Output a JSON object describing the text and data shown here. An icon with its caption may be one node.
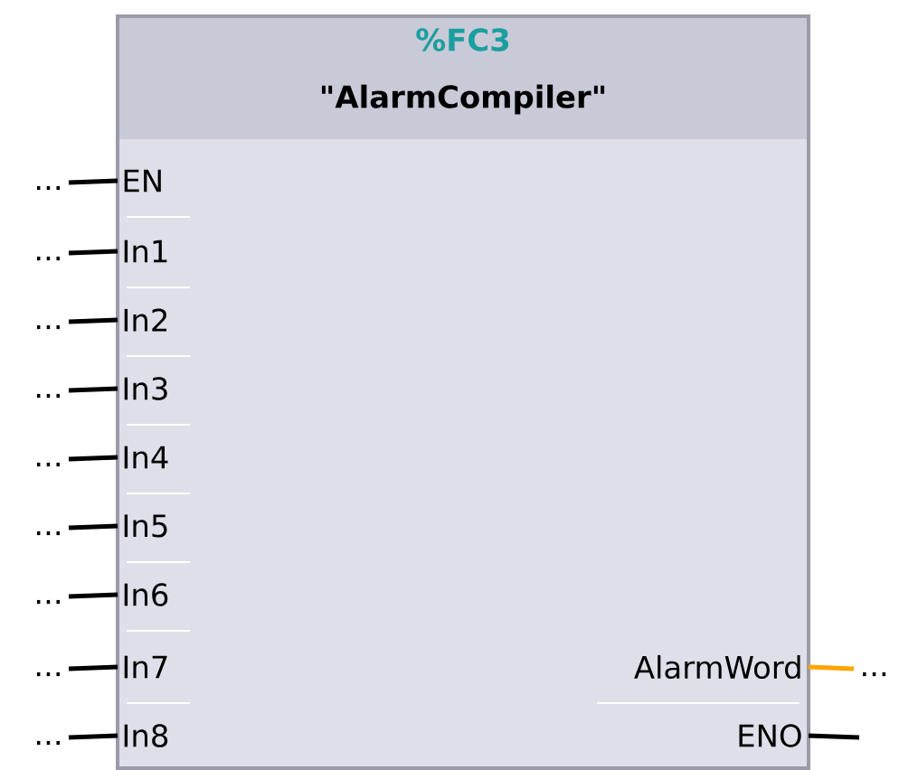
{
  "diagram": {
    "nodes": [
      {
        "text": [
          "%FC3",
          "\"AlarmCompiler\""
        ]
      },
      {
        "text": [
          "..."
        ]
      },
      {
        "text": [
          "EN"
        ],
        "in": 0
      },
      {
        "text": [
          "..."
        ]
      },
      {
        "text": [
          "In1"
        ],
        "in": 0
      },
      {
        "text": [
          "..."
        ]
      },
      {
        "text": [
          "In2"
        ],
        "in": 0
      },
      {
        "text": [
          "..."
        ]
      },
      {
        "text": [
          "In3"
        ],
        "in": 0
      },
      {
        "text": [
          "..."
        ]
      },
      {
        "text": [
          "In4"
        ],
        "in": 0
      },
      {
        "text": [
          "..."
        ]
      },
      {
        "text": [
          "In5"
        ],
        "in": 0
      },
      {
        "text": [
          "..."
        ]
      },
      {
        "text": [
          "In6"
        ],
        "in": 0
      },
      {
        "text": [
          "..."
        ]
      },
      {
        "text": [
          "In7"
        ],
        "in": 0
      },
      {
        "text": [
          "AlarmWord"
        ],
        "in": 0
      },
      {
        "text": [
          "..."
        ]
      },
      {
        "text": [
          "..."
        ]
      },
      {
        "text": [
          "In8"
        ],
        "in": 0
      },
      {
        "text": [
          "ENO"
        ],
        "in": 0
      }
    ],
    "edges": [
      {
        "from": 1,
        "to": 2,
        "arrow": "none"
      },
      {
        "from": 3,
        "to": 4,
        "arrow": "none"
      },
      {
        "from": 5,
        "to": 6,
        "arrow": "none"
      },
      {
        "from": 7,
        "to": 8,
        "arrow": "none"
      },
      {
        "from": 9,
        "to": 10,
        "arrow": "none"
      },
      {
        "from": 11,
        "to": 12,
        "arrow": "none"
      },
      {
        "from": 13,
        "to": 14,
        "arrow": "none"
      },
      {
        "from": 15,
        "to": 16,
        "arrow": "none"
      },
      {
        "from": 17,
        "to": 18,
        "arrow": "none",
        "color": "#ffa500"
      },
      {
        "from": 19,
        "to": 20,
        "arrow": "none"
      },
      {
        "from": 21,
        "to": null,
        "arrow": "none"
      }
    ]
  }
}
